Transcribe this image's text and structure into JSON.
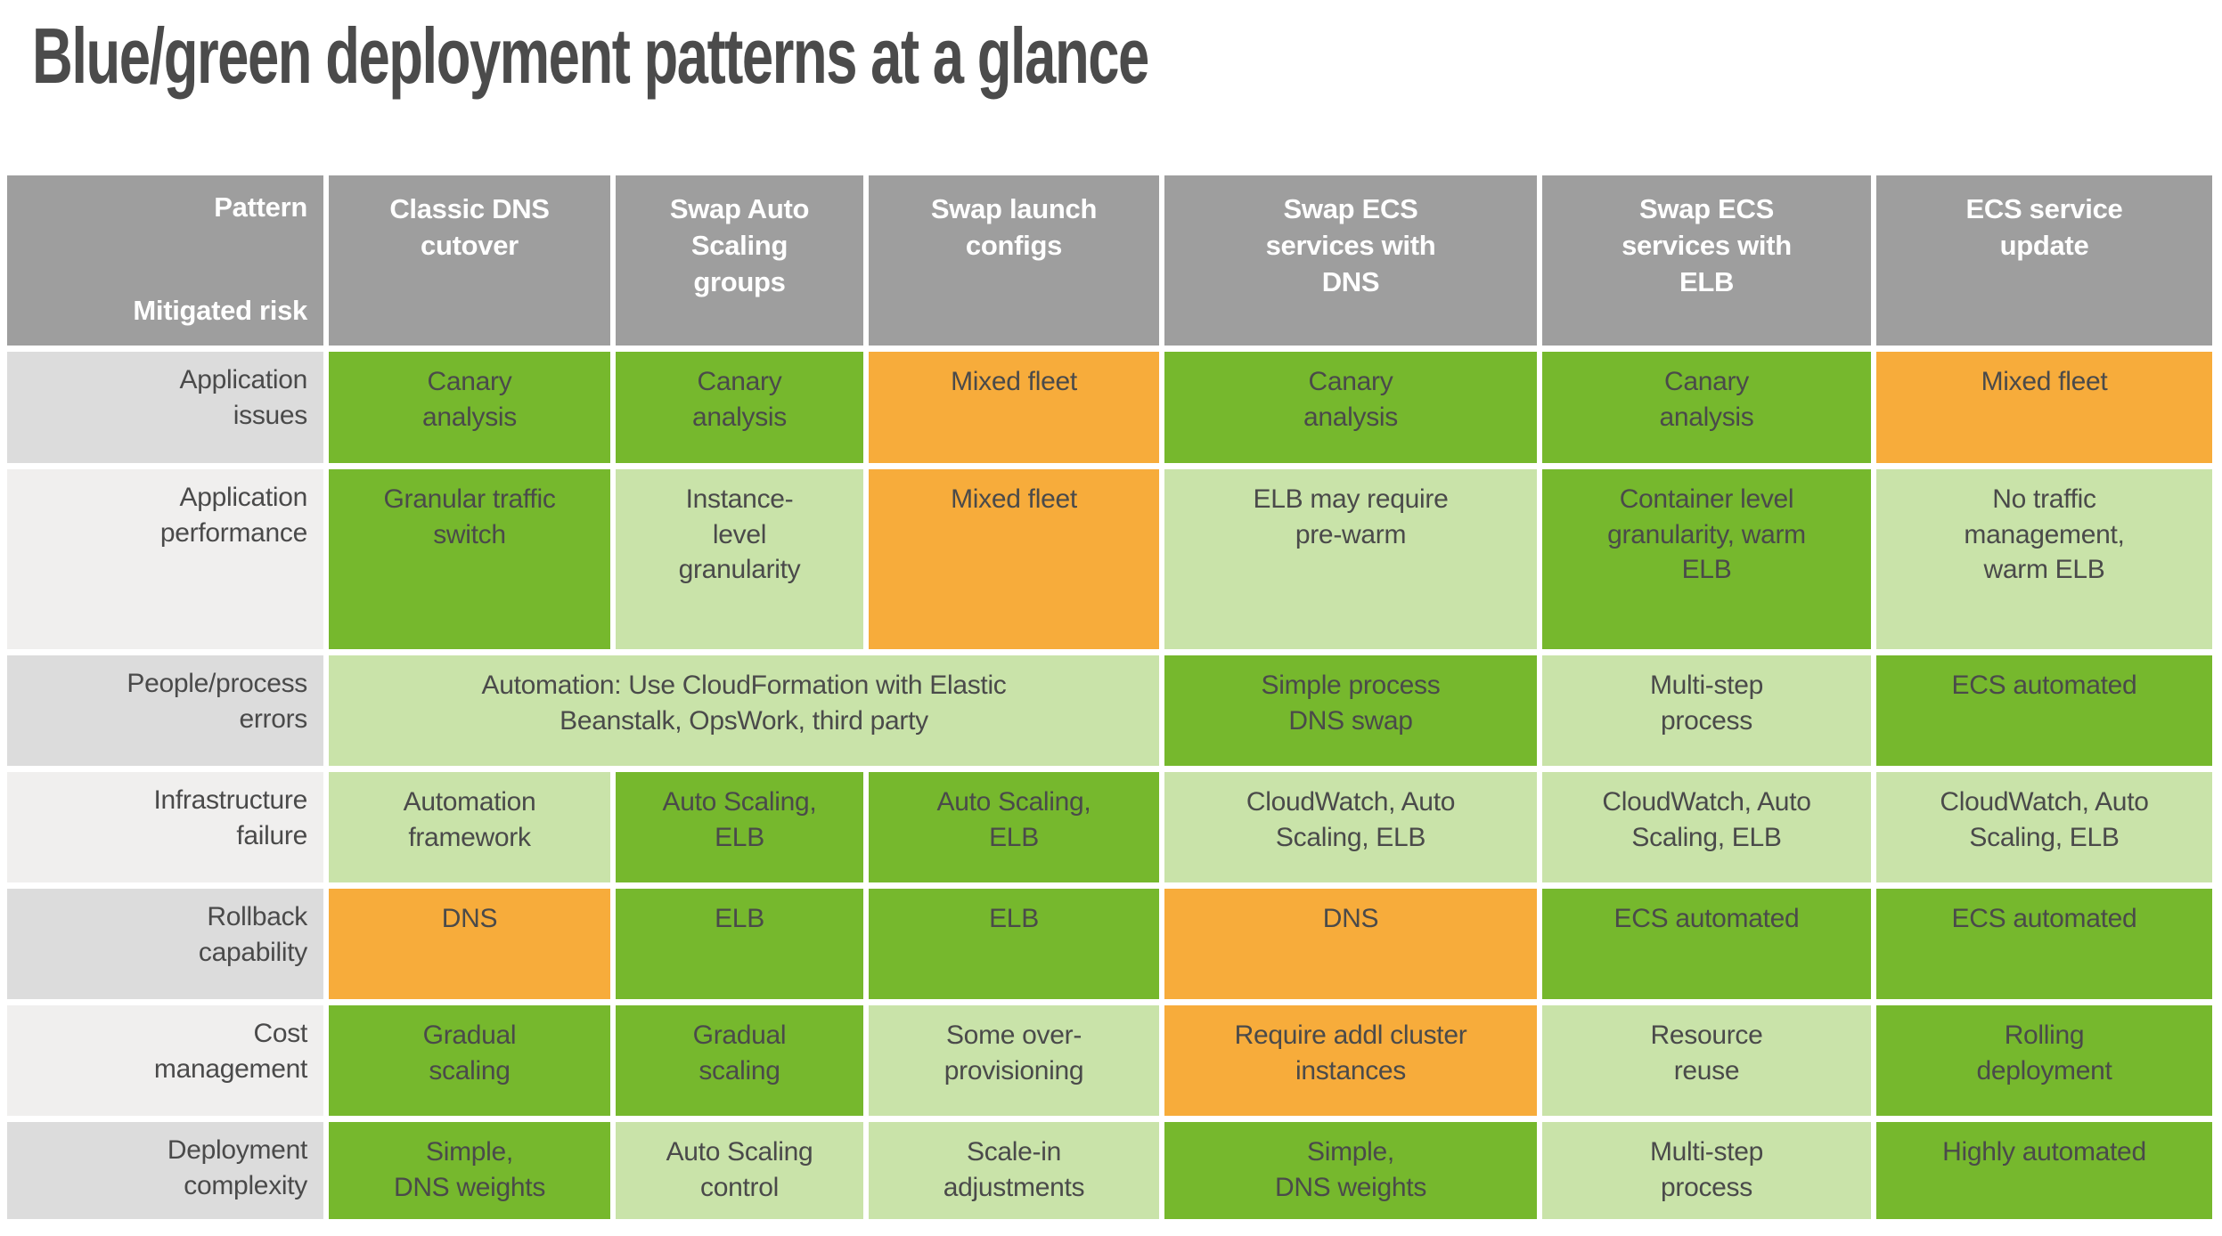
{
  "title": "Blue/green deployment patterns at a glance",
  "colors": {
    "header_bg": "#9e9e9e",
    "header_text": "#ffffff",
    "label_dark": "#dcdcdc",
    "label_light": "#f0efee",
    "green": "#76b82d",
    "light_green": "#c9e3a9",
    "orange": "#f7ac3b",
    "cell_text": "#4a4a4a",
    "title_text": "#4b4b4b"
  },
  "table": {
    "corner_top": "Pattern",
    "corner_bottom": "Mitigated risk",
    "columns": [
      "Classic DNS\ncutover",
      "Swap Auto\nScaling\ngroups",
      "Swap launch\nconfigs",
      "Swap ECS\nservices with\nDNS",
      "Swap ECS\nservices with\nELB",
      "ECS service\nupdate"
    ],
    "rows": [
      {
        "label": "Application\nissues",
        "cells": [
          {
            "text": "Canary\nanalysis",
            "tone": "green"
          },
          {
            "text": "Canary\nanalysis",
            "tone": "green"
          },
          {
            "text": "Mixed fleet",
            "tone": "orange"
          },
          {
            "text": "Canary\nanalysis",
            "tone": "green"
          },
          {
            "text": "Canary\nanalysis",
            "tone": "green"
          },
          {
            "text": "Mixed fleet",
            "tone": "orange"
          }
        ]
      },
      {
        "label": "Application\nperformance",
        "cells": [
          {
            "text": "Granular traffic\nswitch",
            "tone": "green"
          },
          {
            "text": "Instance-\nlevel\ngranularity",
            "tone": "light"
          },
          {
            "text": "Mixed fleet",
            "tone": "orange"
          },
          {
            "text": "ELB may require\npre-warm",
            "tone": "light"
          },
          {
            "text": "Container level\ngranularity, warm\nELB",
            "tone": "green"
          },
          {
            "text": "No traffic\nmanagement,\nwarm ELB",
            "tone": "light"
          }
        ]
      },
      {
        "label": "People/process\nerrors",
        "cells": [
          {
            "text": "Automation: Use CloudFormation with Elastic\nBeanstalk, OpsWork, third party",
            "tone": "light",
            "span": 3
          },
          {
            "text": "Simple process\nDNS swap",
            "tone": "green"
          },
          {
            "text": "Multi-step\nprocess",
            "tone": "light"
          },
          {
            "text": "ECS automated",
            "tone": "green"
          }
        ]
      },
      {
        "label": "Infrastructure\nfailure",
        "cells": [
          {
            "text": "Automation\nframework",
            "tone": "light"
          },
          {
            "text": "Auto Scaling,\nELB",
            "tone": "green"
          },
          {
            "text": "Auto Scaling,\nELB",
            "tone": "green"
          },
          {
            "text": "CloudWatch, Auto\nScaling, ELB",
            "tone": "light"
          },
          {
            "text": "CloudWatch, Auto\nScaling, ELB",
            "tone": "light"
          },
          {
            "text": "CloudWatch, Auto\nScaling, ELB",
            "tone": "light"
          }
        ]
      },
      {
        "label": "Rollback\ncapability",
        "cells": [
          {
            "text": "DNS",
            "tone": "orange"
          },
          {
            "text": "ELB",
            "tone": "green"
          },
          {
            "text": "ELB",
            "tone": "green"
          },
          {
            "text": "DNS",
            "tone": "orange"
          },
          {
            "text": "ECS automated",
            "tone": "green"
          },
          {
            "text": "ECS automated",
            "tone": "green"
          }
        ]
      },
      {
        "label": "Cost\nmanagement",
        "cells": [
          {
            "text": "Gradual\nscaling",
            "tone": "green"
          },
          {
            "text": "Gradual\nscaling",
            "tone": "green"
          },
          {
            "text": "Some over-\nprovisioning",
            "tone": "light"
          },
          {
            "text": "Require addl cluster\ninstances",
            "tone": "orange"
          },
          {
            "text": "Resource\nreuse",
            "tone": "light"
          },
          {
            "text": "Rolling\ndeployment",
            "tone": "green"
          }
        ]
      },
      {
        "label": "Deployment\ncomplexity",
        "cells": [
          {
            "text": "Simple,\nDNS weights",
            "tone": "green"
          },
          {
            "text": "Auto Scaling\ncontrol",
            "tone": "light"
          },
          {
            "text": "Scale-in\nadjustments",
            "tone": "light"
          },
          {
            "text": "Simple,\nDNS weights",
            "tone": "green"
          },
          {
            "text": "Multi-step\nprocess",
            "tone": "light"
          },
          {
            "text": "Highly automated",
            "tone": "green"
          }
        ]
      }
    ]
  }
}
